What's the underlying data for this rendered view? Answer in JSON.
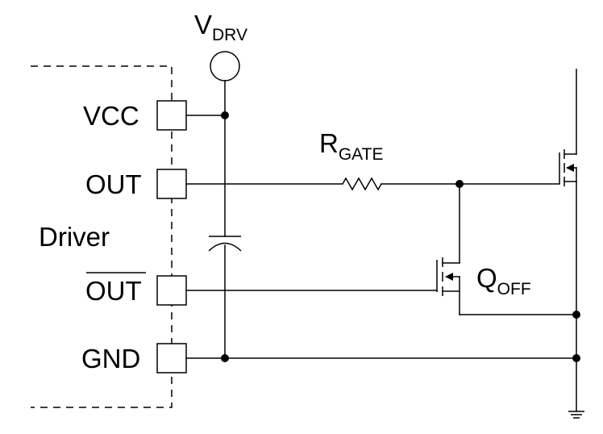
{
  "supply": {
    "main": "V",
    "sub": "DRV"
  },
  "driver": {
    "label": "Driver",
    "pins": {
      "vcc": "VCC",
      "out": "OUT",
      "out_bar": "OUT",
      "gnd": "GND"
    }
  },
  "resistor": {
    "main": "R",
    "sub": "GATE"
  },
  "transistor": {
    "main": "Q",
    "sub": "OFF"
  }
}
